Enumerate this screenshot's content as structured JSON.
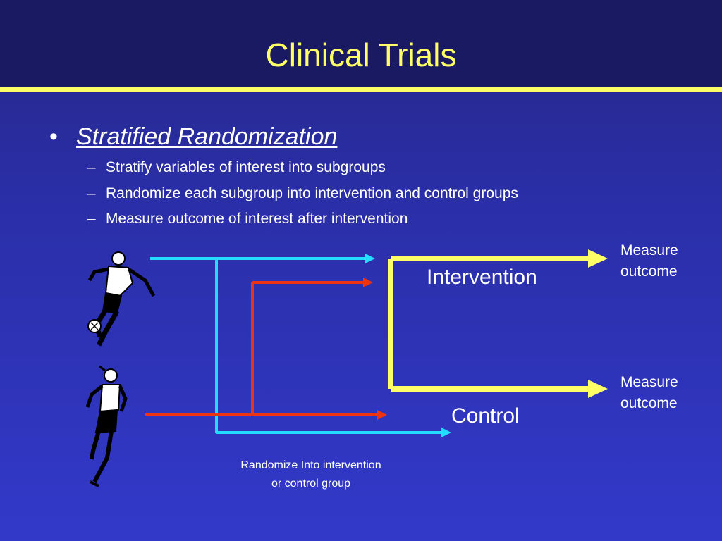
{
  "slide": {
    "title": "Clinical Trials",
    "bullet": "Stratified Randomization",
    "sub_items": [
      "Stratify variables of interest into subgroups",
      "Randomize each subgroup into intervention and control groups",
      "Measure outcome of interest after intervention"
    ]
  },
  "diagram": {
    "intervention_label": "Intervention",
    "control_label": "Control",
    "measure_1": [
      "Measure",
      "outcome"
    ],
    "measure_2": [
      "Measure",
      "outcome"
    ],
    "caption": [
      "Randomize Into intervention",
      "or control group"
    ],
    "colors": {
      "cyan_line": "#22ddff",
      "red_line": "#ee3311",
      "yellow_arrow": "#ffff66",
      "text": "#ffffff",
      "title": "#ffff66"
    },
    "icons": [
      "male-soccer-player-icon",
      "female-runner-icon"
    ]
  }
}
